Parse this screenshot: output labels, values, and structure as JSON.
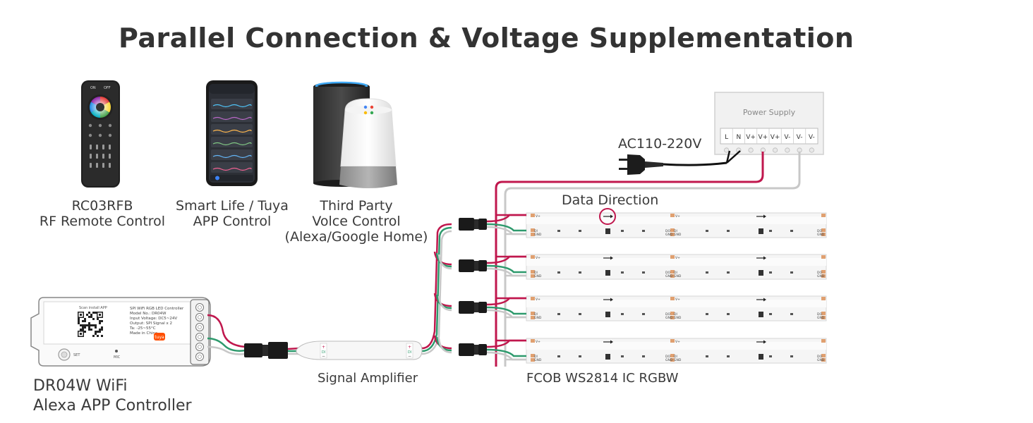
{
  "title": "Parallel Connection & Voltage Supplementation",
  "devices": {
    "remote": {
      "line1": "RC03RFB",
      "line2": "RF Remote Control",
      "on": "ON",
      "off": "OFF"
    },
    "app": {
      "line1": "Smart Life / Tuya",
      "line2": "APP Control"
    },
    "voice": {
      "line1": "Third Party",
      "line2": "Volce Control",
      "line3": "(Alexa/Google Home)"
    }
  },
  "power_supply": {
    "label": "Power Supply",
    "terminals": [
      "L",
      "N",
      "V+",
      "V+",
      "V+",
      "V-",
      "V-",
      "V-"
    ],
    "ac_label": "AC110-220V"
  },
  "data_direction": "Data Direction",
  "controller": {
    "line1": "DR04W WiFi",
    "line2": "Alexa APP Controller",
    "panel": {
      "scan": "Scan install APP",
      "name": "SPI WiFi RGB LED Controller",
      "model": "Model No.: DR04W",
      "input": "Input Voltage: DC5~24V",
      "output": "Output: SPI Signal x 2",
      "temp": "Ta: -25~55°C",
      "made": "Made in China",
      "set": "SET",
      "mic": "MIC",
      "tuya": "tuya"
    }
  },
  "amplifier": {
    "label": "Signal Amplifier",
    "plus": "+",
    "di": "DI",
    "minus": "−"
  },
  "strip": {
    "label": "FCOB WS2814 IC RGBW",
    "vplus": "V+",
    "di": "DI",
    "do": "DO",
    "gnd": "GND"
  },
  "colors": {
    "red_wire": "#c0174d",
    "green_wire": "#2e9a6d",
    "gray_wire": "#c8c8c8",
    "pad": "#e0a070"
  }
}
